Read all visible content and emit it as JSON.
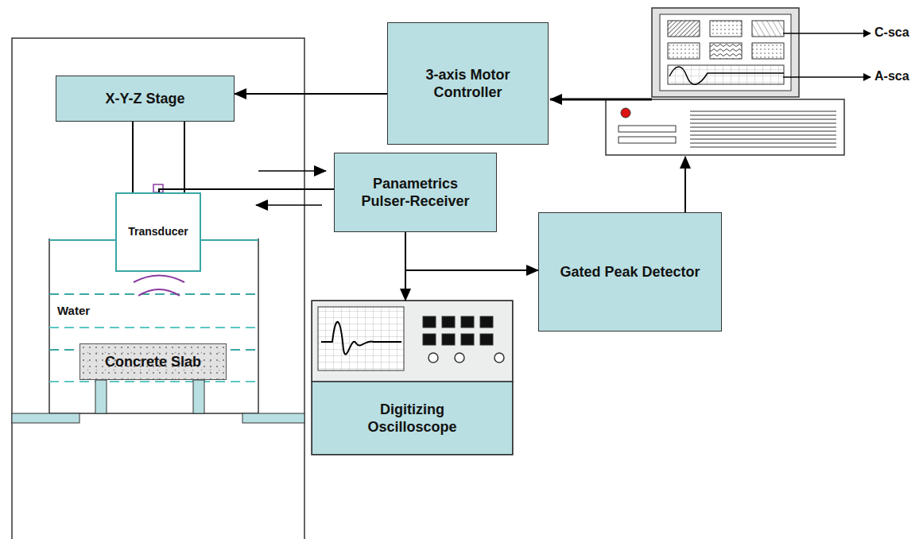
{
  "diagram": {
    "nodes": [
      {
        "text": [
          "X-Y-Z Stage"
        ]
      },
      {
        "text": [
          "3-axis Motor Controller"
        ]
      },
      {
        "text": [
          "Panametrics Pulser-Receiver"
        ]
      },
      {
        "text": [
          "Transducer"
        ]
      },
      {
        "text": [
          "Concrete Slab"
        ]
      },
      {
        "text": [
          "Gated Peak Detector"
        ]
      },
      {
        "text": [
          "Digitizing Oscilloscope"
        ]
      }
    ],
    "edges": [
      {
        "from": 1,
        "to": 0,
        "arrow": "to"
      },
      {
        "from": 0,
        "to": 3,
        "arrow": "none"
      },
      {
        "from": 3,
        "to": 2,
        "arrow": "none"
      },
      {
        "from": 2,
        "to": 6,
        "arrow": "to"
      },
      {
        "from": 2,
        "to": 5,
        "arrow": "to"
      }
    ],
    "labels": [
      "Water",
      "C-sca",
      "A-sca"
    ]
  }
}
